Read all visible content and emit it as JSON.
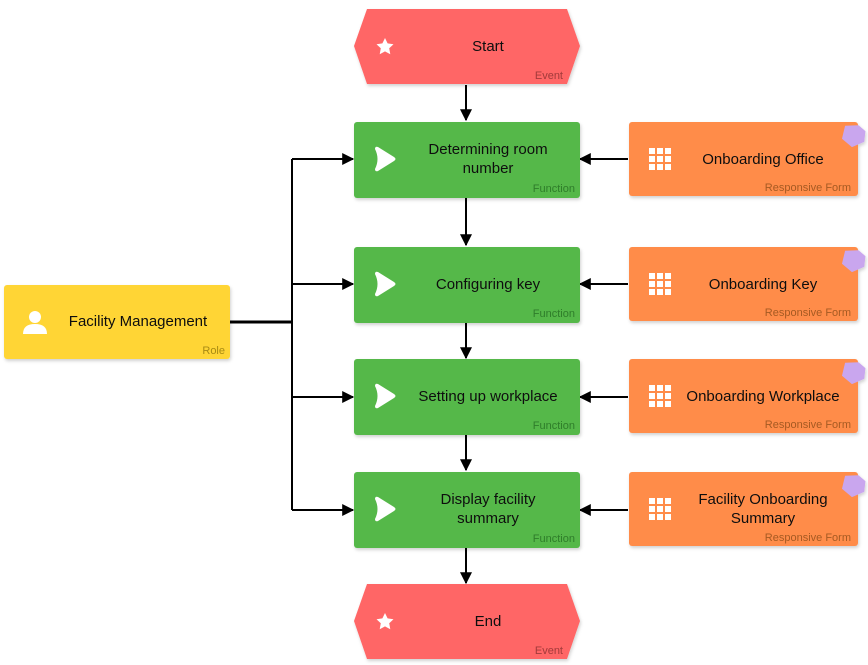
{
  "events": {
    "start": {
      "label": "Start",
      "type": "Event"
    },
    "end": {
      "label": "End",
      "type": "Event"
    }
  },
  "functions": [
    {
      "line1": "Determining room",
      "line2": "number",
      "type": "Function"
    },
    {
      "line1": "Configuring key",
      "line2": "",
      "type": "Function"
    },
    {
      "line1": "Setting up workplace",
      "line2": "",
      "type": "Function"
    },
    {
      "line1": "Display facility",
      "line2": "summary",
      "type": "Function"
    }
  ],
  "forms": [
    {
      "line1": "Onboarding Office",
      "line2": "",
      "type": "Responsive Form"
    },
    {
      "line1": "Onboarding Key",
      "line2": "",
      "type": "Responsive Form"
    },
    {
      "line1": "Onboarding Workplace",
      "line2": "",
      "type": "Responsive Form"
    },
    {
      "line1": "Facility Onboarding",
      "line2": "Summary",
      "type": "Responsive Form"
    }
  ],
  "role": {
    "label": "Facility Management",
    "type": "Role"
  },
  "colors": {
    "event": "#ff6666",
    "function": "#55b849",
    "form": "#ff8c4a",
    "role": "#ffd535",
    "tag": "#c9a6ee",
    "edge": "#000000"
  },
  "icons": {
    "event": "star-icon",
    "function": "play-icon",
    "form": "grid-icon",
    "role": "user-icon"
  }
}
